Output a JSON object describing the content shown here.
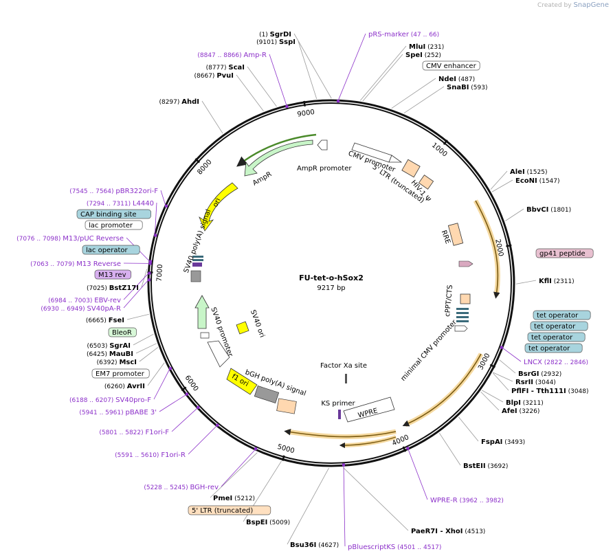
{
  "credit": "Created by",
  "brand": "SnapGene",
  "plasmid": {
    "name": "FU-tet-o-hSox2",
    "length": "9217 bp",
    "length_bp": 9217
  },
  "ticks": [
    1000,
    2000,
    3000,
    4000,
    5000,
    6000,
    7000,
    8000,
    9000
  ],
  "colors": {
    "backbone": "#111111",
    "primer": "#8b2fc9",
    "orf": "#f0a830",
    "ampr": "#c8f5c8",
    "ori": "#ffff00",
    "promoter": "#ffffff",
    "ltr": "#ffd8b0",
    "operator": "#8ec3d2",
    "leader": "#999999"
  },
  "enzymes": [
    {
      "pos": "(1)",
      "name": "SgrDI",
      "bp": 1
    },
    {
      "pos": "(9101)",
      "name": "SspI",
      "bp": 9101
    },
    {
      "pos": "(8777)",
      "name": "ScaI",
      "bp": 8777
    },
    {
      "pos": "(8667)",
      "name": "PvuI",
      "bp": 8667
    },
    {
      "pos": "(8297)",
      "name": "AhdI",
      "bp": 8297
    },
    {
      "pos": "(231)",
      "name": "MluI",
      "bp": 231
    },
    {
      "pos": "(252)",
      "name": "SpeI",
      "bp": 252
    },
    {
      "pos": "(487)",
      "name": "NdeI",
      "bp": 487
    },
    {
      "pos": "(593)",
      "name": "SnaBI",
      "bp": 593
    },
    {
      "pos": "(1525)",
      "name": "AleI",
      "bp": 1525
    },
    {
      "pos": "(1547)",
      "name": "EcoNI",
      "bp": 1547
    },
    {
      "pos": "(1801)",
      "name": "BbvCI",
      "bp": 1801
    },
    {
      "pos": "(2311)",
      "name": "KflI",
      "bp": 2311
    },
    {
      "pos": "(2932)",
      "name": "BsrGI",
      "bp": 2932
    },
    {
      "pos": "(3044)",
      "name": "RsrII",
      "bp": 3044
    },
    {
      "pos": "(3048)",
      "name": "PflFI - Tth111I",
      "bp": 3048
    },
    {
      "pos": "(3211)",
      "name": "BlpI",
      "bp": 3211
    },
    {
      "pos": "(3226)",
      "name": "AfeI",
      "bp": 3226
    },
    {
      "pos": "(3493)",
      "name": "FspAI",
      "bp": 3493
    },
    {
      "pos": "(3692)",
      "name": "BstEII",
      "bp": 3692
    },
    {
      "pos": "(4513)",
      "name": "PaeR7I - XhoI",
      "bp": 4513
    },
    {
      "pos": "(4627)",
      "name": "Bsu36I",
      "bp": 4627
    },
    {
      "pos": "(5009)",
      "name": "BspEI",
      "bp": 5009
    },
    {
      "pos": "(5212)",
      "name": "PmeI",
      "bp": 5212
    },
    {
      "pos": "(6260)",
      "name": "AvrII",
      "bp": 6260
    },
    {
      "pos": "(6392)",
      "name": "MscI",
      "bp": 6392
    },
    {
      "pos": "(6425)",
      "name": "MauBI",
      "bp": 6425
    },
    {
      "pos": "(6503)",
      "name": "SgrAI",
      "bp": 6503
    },
    {
      "pos": "(6665)",
      "name": "FseI",
      "bp": 6665
    },
    {
      "pos": "(7025)",
      "name": "BstZ17I",
      "bp": 7025
    }
  ],
  "primers": [
    {
      "name": "pRS-marker",
      "range": "(47 .. 66)",
      "bp": 56
    },
    {
      "name": "Amp-R",
      "range": "(8847 .. 8866)",
      "bp": 8856
    },
    {
      "name": "pBR322ori-F",
      "range": "(7545 .. 7564)",
      "bp": 7554
    },
    {
      "name": "L4440",
      "range": "(7294 .. 7311)",
      "bp": 7302
    },
    {
      "name": "M13/pUC Reverse",
      "range": "(7076 .. 7098)",
      "bp": 7087
    },
    {
      "name": "M13 Reverse",
      "range": "(7063 .. 7079)",
      "bp": 7071
    },
    {
      "name": "EBV-rev",
      "range": "(6984 .. 7003)",
      "bp": 6993
    },
    {
      "name": "SV40pA-R",
      "range": "(6930 .. 6949)",
      "bp": 6939
    },
    {
      "name": "SV40pro-F",
      "range": "(6188 .. 6207)",
      "bp": 6197
    },
    {
      "name": "pBABE 3'",
      "range": "(5941 .. 5961)",
      "bp": 5951
    },
    {
      "name": "F1ori-F",
      "range": "(5801 .. 5822)",
      "bp": 5811
    },
    {
      "name": "F1ori-R",
      "range": "(5591 .. 5610)",
      "bp": 5600
    },
    {
      "name": "BGH-rev",
      "range": "(5228 .. 5245)",
      "bp": 5236
    },
    {
      "name": "pBluescriptKS",
      "range": "(4501 .. 4517)",
      "bp": 4509
    },
    {
      "name": "WPRE-R",
      "range": "(3962 .. 3982)",
      "bp": 3972
    },
    {
      "name": "LNCX",
      "range": "(2822 .. 2846)",
      "bp": 2834
    }
  ],
  "boxed_labels": [
    {
      "name": "CMV enhancer",
      "style": "promoter"
    },
    {
      "name": "gp41 peptide",
      "style": "peptide"
    },
    {
      "name": "tet operator",
      "style": "operator"
    },
    {
      "name": "tet operator",
      "style": "operator"
    },
    {
      "name": "tet operator",
      "style": "operator"
    },
    {
      "name": "tet operator",
      "style": "operator"
    },
    {
      "name": "CAP binding site",
      "style": "operator"
    },
    {
      "name": "lac promoter",
      "style": "promoter"
    },
    {
      "name": "lac operator",
      "style": "operator"
    },
    {
      "name": "M13 rev",
      "style": "primerbox"
    },
    {
      "name": "BleoR",
      "style": "ampr"
    },
    {
      "name": "EM7 promoter",
      "style": "promoter"
    },
    {
      "name": "5' LTR (truncated)",
      "style": "ltr"
    }
  ],
  "inner_labels": [
    {
      "name": "AmpR promoter"
    },
    {
      "name": "AmpR"
    },
    {
      "name": "ori"
    },
    {
      "name": "SV40 poly(A) signal"
    },
    {
      "name": "CMV promoter"
    },
    {
      "name": "5' LTR (truncated)"
    },
    {
      "name": "HIV-1 Ψ"
    },
    {
      "name": "RRE"
    },
    {
      "name": "cPPT/CTS"
    },
    {
      "name": "minimal CMV promoter"
    },
    {
      "name": "SV40 promoter"
    },
    {
      "name": "SV40 ori"
    },
    {
      "name": "f1 ori"
    },
    {
      "name": "bGH poly(A) signal"
    },
    {
      "name": "Factor Xa site"
    },
    {
      "name": "KS primer"
    },
    {
      "name": "WPRE"
    }
  ]
}
